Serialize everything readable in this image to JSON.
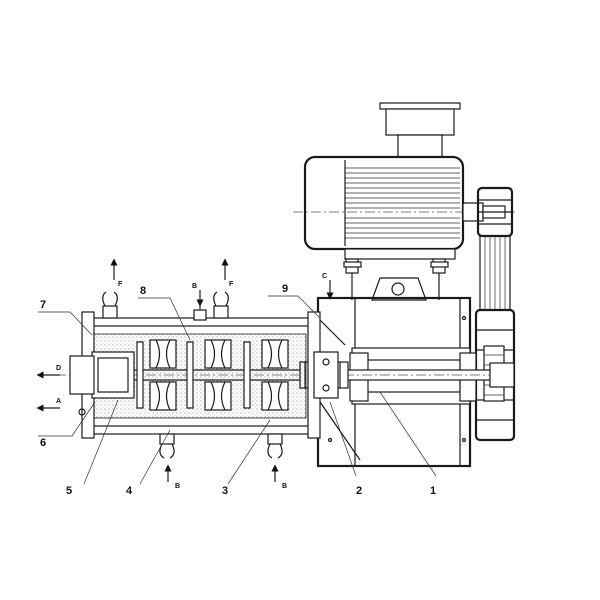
{
  "callouts": [
    {
      "id": "1",
      "text": "1"
    },
    {
      "id": "2",
      "text": "2"
    },
    {
      "id": "3",
      "text": "3"
    },
    {
      "id": "4",
      "text": "4"
    },
    {
      "id": "5",
      "text": "5"
    },
    {
      "id": "6",
      "text": "6"
    },
    {
      "id": "7",
      "text": "7"
    },
    {
      "id": "8",
      "text": "8"
    },
    {
      "id": "9",
      "text": "9"
    }
  ],
  "flow_labels": {
    "a": "A",
    "b": "B",
    "c": "C",
    "d": "D",
    "f": "F"
  }
}
